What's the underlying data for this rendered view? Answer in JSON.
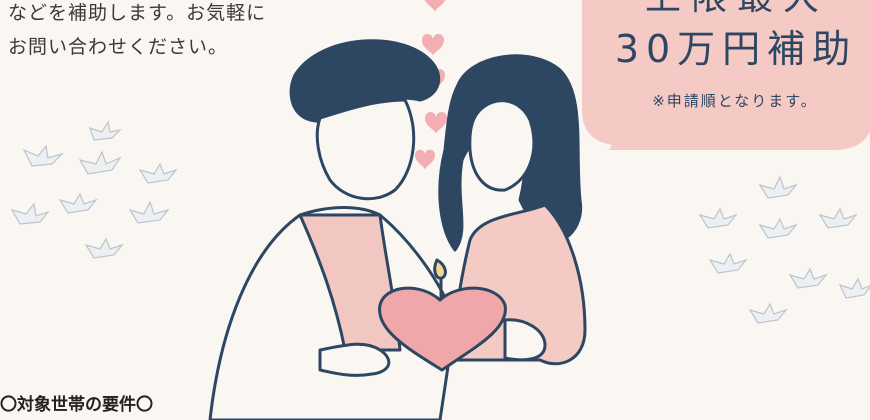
{
  "intro": {
    "line1": "などを補助します。お気軽に",
    "line2": "お問い合わせください。"
  },
  "bubble": {
    "top_partial": "上限最大",
    "amount": "30万円補助",
    "note": "※申請順となります。"
  },
  "requirements": {
    "title": "〇対象世帯の要件〇"
  },
  "colors": {
    "background": "#faf6f1",
    "navy": "#2d4763",
    "pink_bubble": "#f5c9c4",
    "heart": "#f0a7aa",
    "shirt": "#f2c7c2",
    "dove": "#e9edf1"
  },
  "icons": {
    "bubble": "speech-bubble",
    "hearts": "heart-icon",
    "doves": "dove-icon"
  }
}
